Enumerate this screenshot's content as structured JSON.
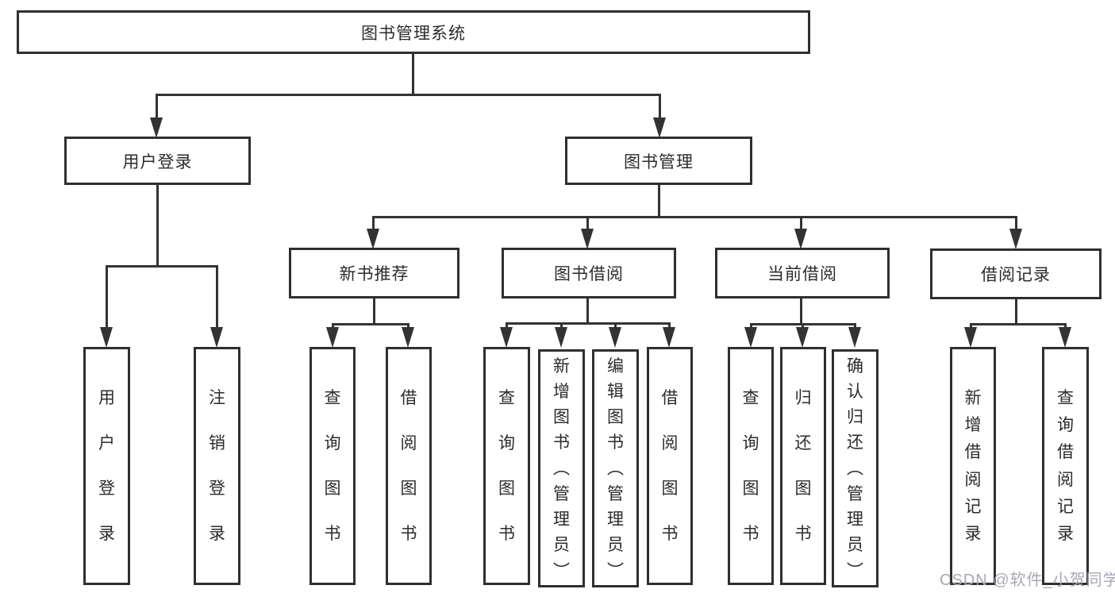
{
  "diagram": {
    "type": "tree",
    "root": {
      "label": "图书管理系统"
    },
    "branches": [
      {
        "label": "用户登录",
        "children": [
          {
            "label": "用户登录"
          },
          {
            "label": "注销登录"
          }
        ]
      },
      {
        "label": "图书管理",
        "children": [
          {
            "label": "新书推荐",
            "children": [
              {
                "label": "查询图书"
              },
              {
                "label": "借阅图书"
              }
            ]
          },
          {
            "label": "图书借阅",
            "children": [
              {
                "label": "查询图书"
              },
              {
                "label": "新增图书（管理员）"
              },
              {
                "label": "编辑图书（管理员）"
              },
              {
                "label": "借阅图书"
              }
            ]
          },
          {
            "label": "当前借阅",
            "children": [
              {
                "label": "查询图书"
              },
              {
                "label": "归还图书"
              },
              {
                "label": "确认归还（管理员）"
              }
            ]
          },
          {
            "label": "借阅记录",
            "children": [
              {
                "label": "新增借阅记录"
              },
              {
                "label": "查询借阅记录"
              }
            ]
          }
        ]
      }
    ]
  },
  "watermark": {
    "text": "CSDN @软件_小贺同学",
    "color": "#a8a8b2"
  },
  "colors": {
    "line": "#333333",
    "box_border": "#2f2f2f",
    "box_background": "#ffffff",
    "text": "#2b2b2b",
    "background": "#ffffff"
  }
}
